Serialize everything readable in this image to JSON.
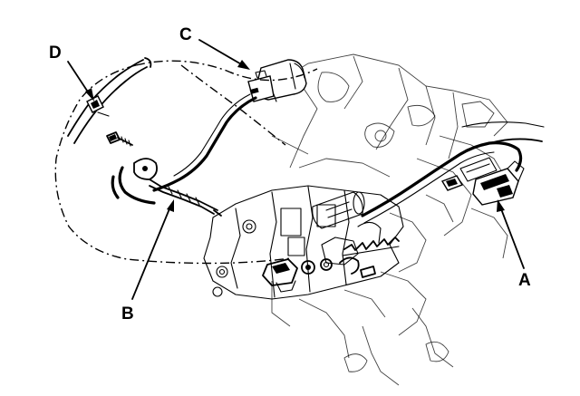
{
  "callouts": {
    "a": "A",
    "b": "B",
    "c": "C",
    "d": "D"
  },
  "style": {
    "ink_color": "#000000",
    "background": "#ffffff"
  }
}
